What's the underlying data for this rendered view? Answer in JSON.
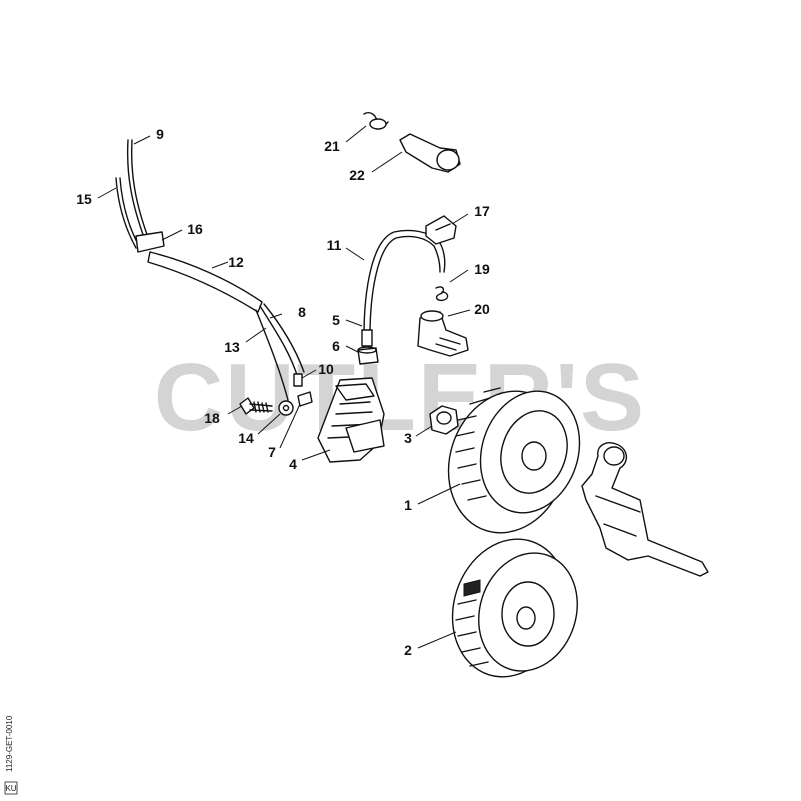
{
  "watermark": "CUTLER'S",
  "drawing_code": "1129-GET-0010",
  "corner_mark": "KU",
  "callouts": [
    "1",
    "2",
    "3",
    "4",
    "5",
    "6",
    "7",
    "8",
    "9",
    "10",
    "11",
    "12",
    "13",
    "14",
    "15",
    "16",
    "17",
    "18",
    "19",
    "20",
    "21",
    "22"
  ]
}
